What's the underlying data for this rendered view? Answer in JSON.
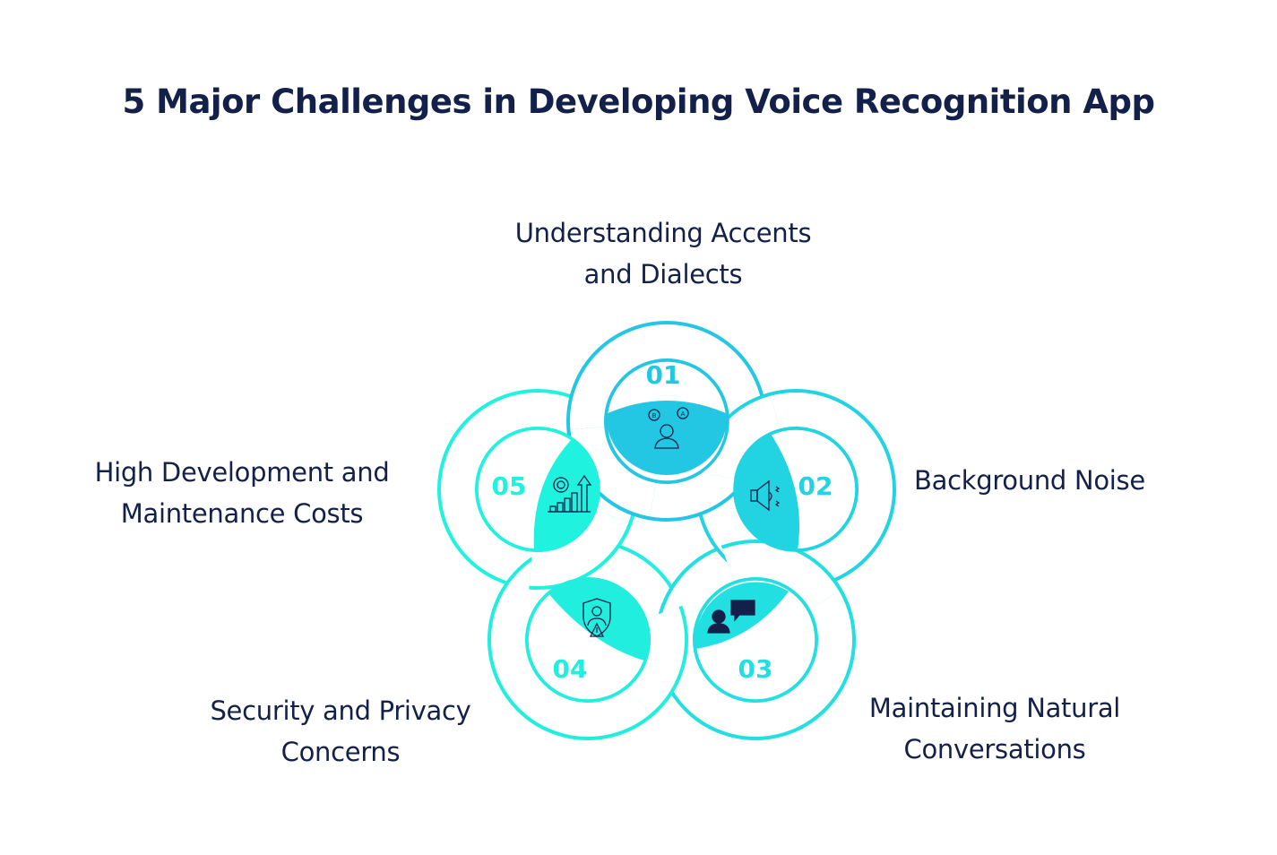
{
  "title": "5 Major Challenges in Developing Voice Recognition App",
  "colors": {
    "text": "#13214a",
    "ring_1": "#24c7e3",
    "ring_2": "#22d3e2",
    "ring_3": "#22dfe2",
    "ring_4": "#22eee0",
    "ring_5": "#20f2e0"
  },
  "challenges": [
    {
      "number": "01",
      "lines": [
        "Understanding Accents",
        "and Dialects"
      ],
      "icon": "person-speaking-languages-icon"
    },
    {
      "number": "02",
      "lines": [
        "Background Noise"
      ],
      "icon": "speaker-noise-icon"
    },
    {
      "number": "03",
      "lines": [
        "Maintaining Natural",
        "Conversations"
      ],
      "icon": "person-chat-icon"
    },
    {
      "number": "04",
      "lines": [
        "Security and Privacy",
        "Concerns"
      ],
      "icon": "shield-user-warning-icon"
    },
    {
      "number": "05",
      "lines": [
        "High Development and",
        "Maintenance Costs"
      ],
      "icon": "gear-dollar-growth-chart-icon"
    }
  ]
}
